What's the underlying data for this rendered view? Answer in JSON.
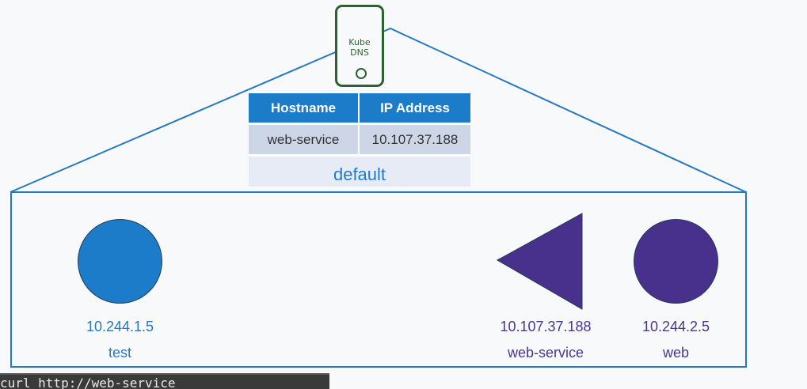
{
  "kube_dns": {
    "line1": "Kube",
    "line2": "DNS"
  },
  "dns_table": {
    "headers": [
      "Hostname",
      "IP Address"
    ],
    "rows": [
      [
        "web-service",
        "10.107.37.188"
      ]
    ],
    "namespace": "default"
  },
  "pods": {
    "test": {
      "ip": "10.244.1.5",
      "name": "test"
    },
    "service": {
      "ip": "10.107.37.188",
      "name": "web-service"
    },
    "web": {
      "ip": "10.244.2.5",
      "name": "web"
    }
  },
  "terminal": {
    "text": "curl http://web-service"
  },
  "colors": {
    "line": "#2678c2",
    "pod_blue": "#1c7cc9",
    "pod_purple": "#47318d",
    "dns_green": "#2e6130"
  }
}
